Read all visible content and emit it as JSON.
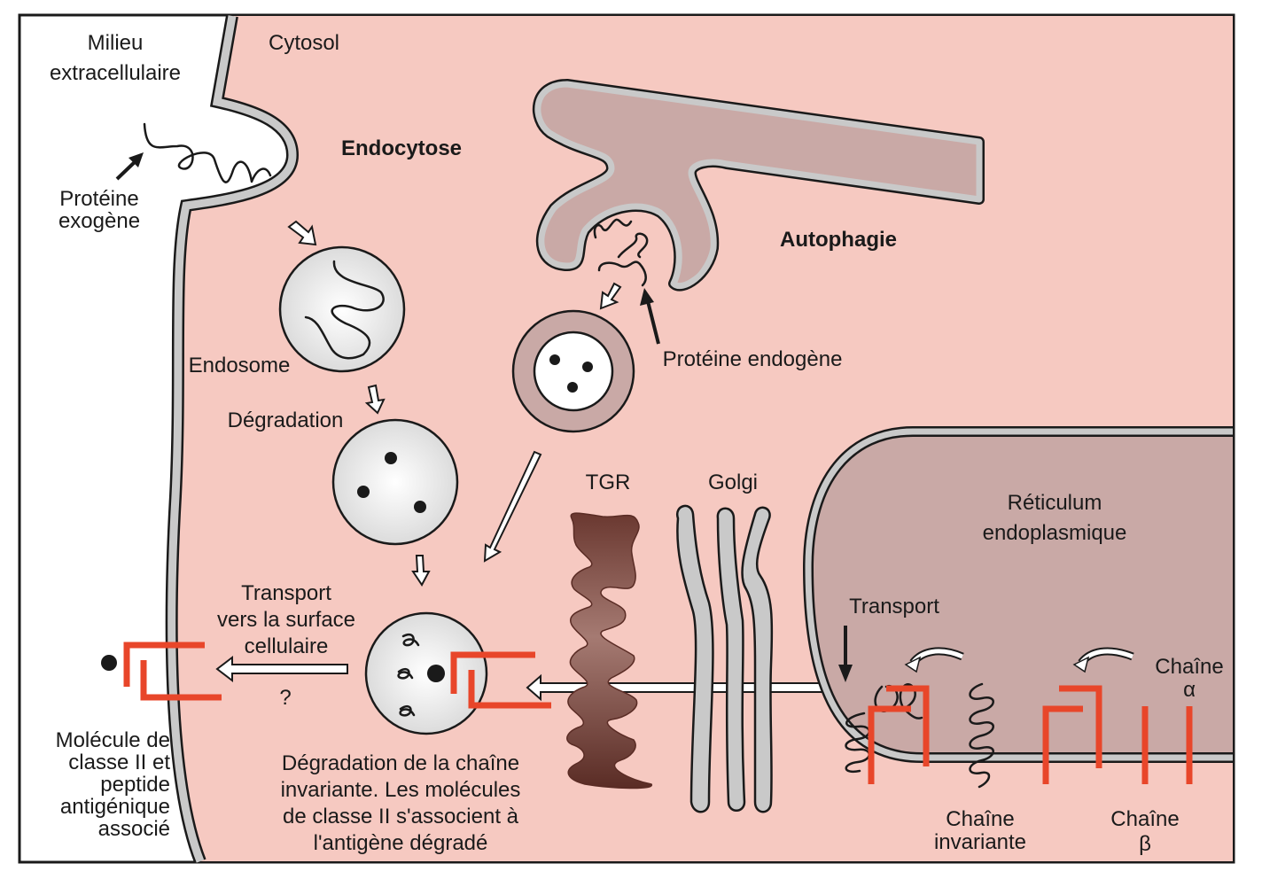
{
  "figure": {
    "title": "Voie de présentation des antigènes par les molécules de classe II",
    "colors": {
      "cytosol": "#f6c9c1",
      "extracellular": "#ffffff",
      "membrane": "#c9c9c9",
      "er_lumen": "#c9a9a6",
      "tgr": "#6e3a32",
      "class_ii_chain": "#e8462a",
      "vesicle": "#ececec",
      "outline": "#1a1a1a"
    }
  },
  "labels": {
    "extracellular": [
      "Milieu",
      "extracellulaire"
    ],
    "cytosol": "Cytosol",
    "endocytosis": "Endocytose",
    "exogenous_protein": [
      "Protéine",
      "exogène"
    ],
    "autophagy": "Autophagie",
    "endogenous_protein": "Protéine endogène",
    "endosome": "Endosome",
    "degradation": "Dégradation",
    "tgr": "TGR",
    "golgi": "Golgi",
    "er": [
      "Réticulum",
      "endoplasmique"
    ],
    "transport_er": "Transport",
    "transport_surface": [
      "Transport",
      "vers la surface",
      "cellulaire"
    ],
    "question_mark": "?",
    "chain_alpha": [
      "Chaîne",
      "α"
    ],
    "chain_beta": [
      "Chaîne",
      "β"
    ],
    "invariant_chain": [
      "Chaîne",
      "invariante"
    ],
    "class_ii_molecule": [
      "Molécule de",
      "classe II et",
      "peptide",
      "antigénique",
      "associé"
    ],
    "invariant_degradation": [
      "Dégradation de la chaîne",
      "invariante. Les molécules",
      "de classe II s'associent à",
      "l'antigène dégradé"
    ]
  }
}
